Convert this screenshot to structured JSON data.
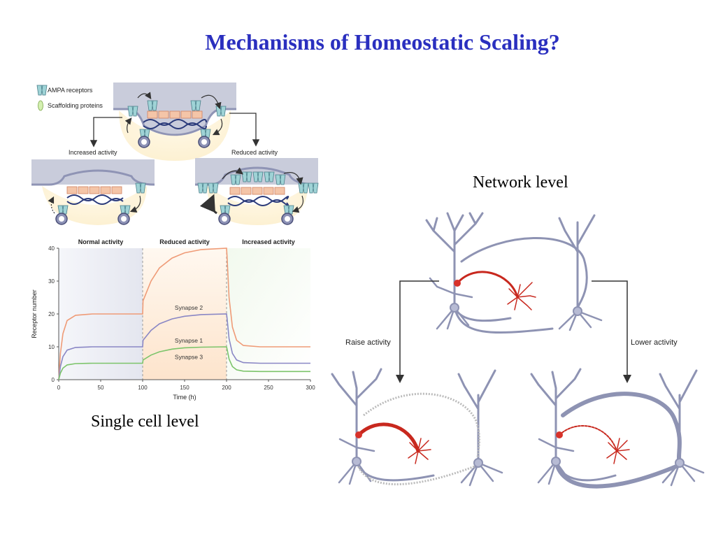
{
  "slide": {
    "title": "Mechanisms of Homeostatic Scaling?",
    "network_caption": "Network level",
    "single_caption": "Single cell level"
  },
  "synapse_figure": {
    "legend": [
      {
        "label": "AMPA receptors",
        "icon": "ampa-receptor-icon"
      },
      {
        "label": "Scaffolding proteins",
        "icon": "scaffolding-protein-icon"
      }
    ],
    "increased_label": "Increased activity",
    "reduced_label": "Reduced activity"
  },
  "network_figure": {
    "raise_label": "Raise activity",
    "lower_label": "Lower activity"
  },
  "colors": {
    "title": "#2a2fbf",
    "neuron": "#8e93b3",
    "inhibitory": "#c8281e",
    "membrane": "#a9afc9",
    "synapse_2": "#ef9b77",
    "synapse_1": "#8a87c5",
    "synapse_3": "#7cc46a"
  },
  "chart_data": {
    "type": "line",
    "phases": [
      "Normal activity",
      "Reduced activity",
      "Increased activity"
    ],
    "xlabel": "Time (h)",
    "ylabel": "Receptor number",
    "xlim": [
      0,
      300
    ],
    "ylim": [
      0,
      40
    ],
    "xticks": [
      0,
      50,
      100,
      150,
      200,
      250,
      300
    ],
    "yticks": [
      0,
      10,
      20,
      30,
      40
    ],
    "phase_boundaries": [
      100,
      200
    ],
    "series": [
      {
        "name": "Synapse 2",
        "color": "#ef9b77",
        "x": [
          0,
          2,
          5,
          10,
          20,
          40,
          100,
          100.5,
          110,
          120,
          135,
          150,
          170,
          200,
          200.5,
          203,
          207,
          212,
          220,
          240,
          300
        ],
        "y": [
          0,
          8,
          14,
          18,
          19.6,
          20,
          20,
          24,
          30,
          34,
          37,
          38.6,
          39.6,
          40,
          38,
          25,
          16,
          12,
          10.4,
          10,
          10
        ]
      },
      {
        "name": "Synapse 1",
        "color": "#8a87c5",
        "x": [
          0,
          2,
          5,
          10,
          20,
          40,
          100,
          100.5,
          110,
          120,
          135,
          150,
          170,
          200,
          200.5,
          203,
          207,
          212,
          220,
          240,
          300
        ],
        "y": [
          0,
          4,
          7,
          9,
          9.8,
          10,
          10,
          12,
          15,
          17,
          18.5,
          19.3,
          19.8,
          20,
          19,
          12.5,
          8,
          6,
          5.2,
          5,
          5
        ]
      },
      {
        "name": "Synapse 3",
        "color": "#7cc46a",
        "x": [
          0,
          2,
          5,
          10,
          20,
          40,
          100,
          100.5,
          110,
          120,
          135,
          150,
          170,
          200,
          200.5,
          203,
          207,
          212,
          220,
          240,
          300
        ],
        "y": [
          0,
          2,
          3.5,
          4.5,
          4.9,
          5,
          5,
          6,
          7.5,
          8.5,
          9.3,
          9.7,
          9.9,
          10,
          9.5,
          6.3,
          4,
          3,
          2.6,
          2.5,
          2.5
        ]
      }
    ]
  }
}
